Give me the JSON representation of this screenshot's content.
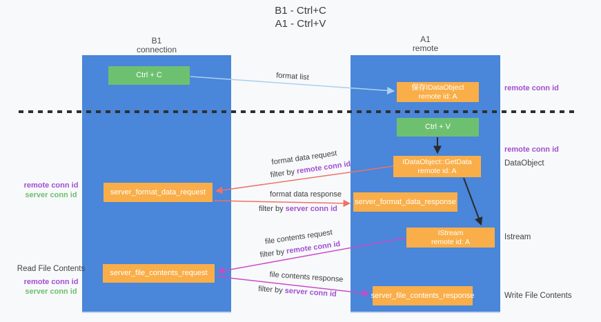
{
  "title": {
    "line1": "B1 - Ctrl+C",
    "line2": "A1 - Ctrl+V"
  },
  "columns": {
    "left": {
      "name": "B1",
      "subtitle": "connection"
    },
    "right": {
      "name": "A1",
      "subtitle": "remote"
    }
  },
  "nodes": {
    "ctrl_c": "Ctrl + C",
    "save_idataobject": {
      "line1": "保存IDataObject",
      "line2": "remote id: A"
    },
    "ctrl_v": "Ctrl + V",
    "getdata": {
      "line1": "IDataObject::GetData",
      "line2": "remote id: A"
    },
    "server_format_data_request": "server_format_data_request",
    "server_format_data_response": "server_format_data_response",
    "istream": {
      "line1": "IStream",
      "line2": "remote id: A"
    },
    "server_file_contents_request": "server_file_contents_request",
    "server_file_contents_response": "server_file_contents_response"
  },
  "side_labels": {
    "remote_conn_id_top": "remote conn id",
    "remote_conn_id_mid": "remote conn id",
    "dataobject": "DataObject",
    "istream": "Istream",
    "write_file_contents": "Write File Contents",
    "read_file_contents": "Read File Contents",
    "left_remote_conn_id_1": "remote conn id",
    "left_server_conn_id_1": "server conn id",
    "left_remote_conn_id_2": "remote conn id",
    "left_server_conn_id_2": "server conn id"
  },
  "arrow_labels": {
    "format_list": "format list",
    "format_data_request": "format data request",
    "format_data_response": "format data response",
    "file_contents_request": "file contents request",
    "file_contents_response": "file contents response",
    "filter_by": "filter by ",
    "remote_conn_id": "remote conn id",
    "server_conn_id": "server conn id"
  },
  "colors": {
    "background": "#f8f9fb",
    "lifeline_blue": "#4a86d9",
    "node_orange": "#f9ae49",
    "node_green": "#6ec071",
    "arrow_blue": "#a9d2ef",
    "arrow_red": "#ef7168",
    "arrow_magenta": "#c94ac9",
    "arrow_black": "#2b2b2b",
    "label_purple": "#a04fd0",
    "label_green": "#6cbf6c",
    "text_dark": "#3f3f3f"
  }
}
